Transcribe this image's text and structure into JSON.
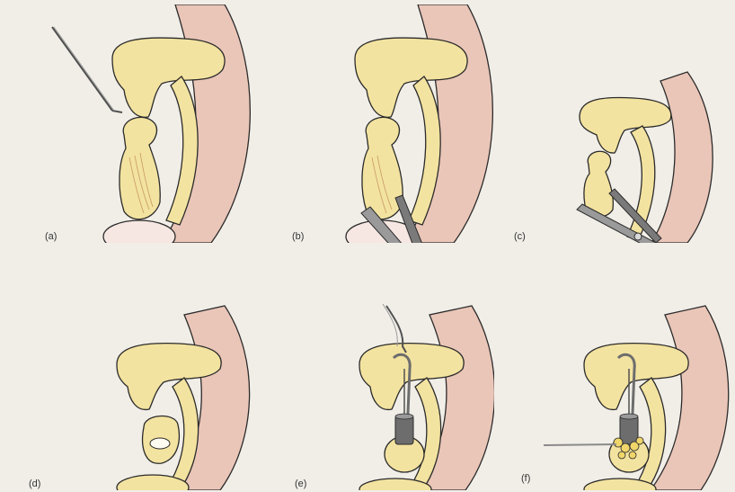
{
  "panels": [
    {
      "label": "(a)",
      "instrument": "hook-probe"
    },
    {
      "label": "(b)",
      "instrument": "scissors"
    },
    {
      "label": "(c)",
      "instrument": "scissors"
    },
    {
      "label": "(d)",
      "instrument": "none"
    },
    {
      "label": "(e)",
      "instrument": "piston-with-hook"
    },
    {
      "label": "(f)",
      "instrument": "piston-with-fat-grafts"
    }
  ],
  "colors": {
    "bone": "#f3e3a0",
    "bone_stroke": "#d9c173",
    "canal": "#eac6b8",
    "outline": "#2b2b2b",
    "metal": "#9a9a9a",
    "metal_dark": "#505050",
    "piston": "#6d6d6d"
  }
}
